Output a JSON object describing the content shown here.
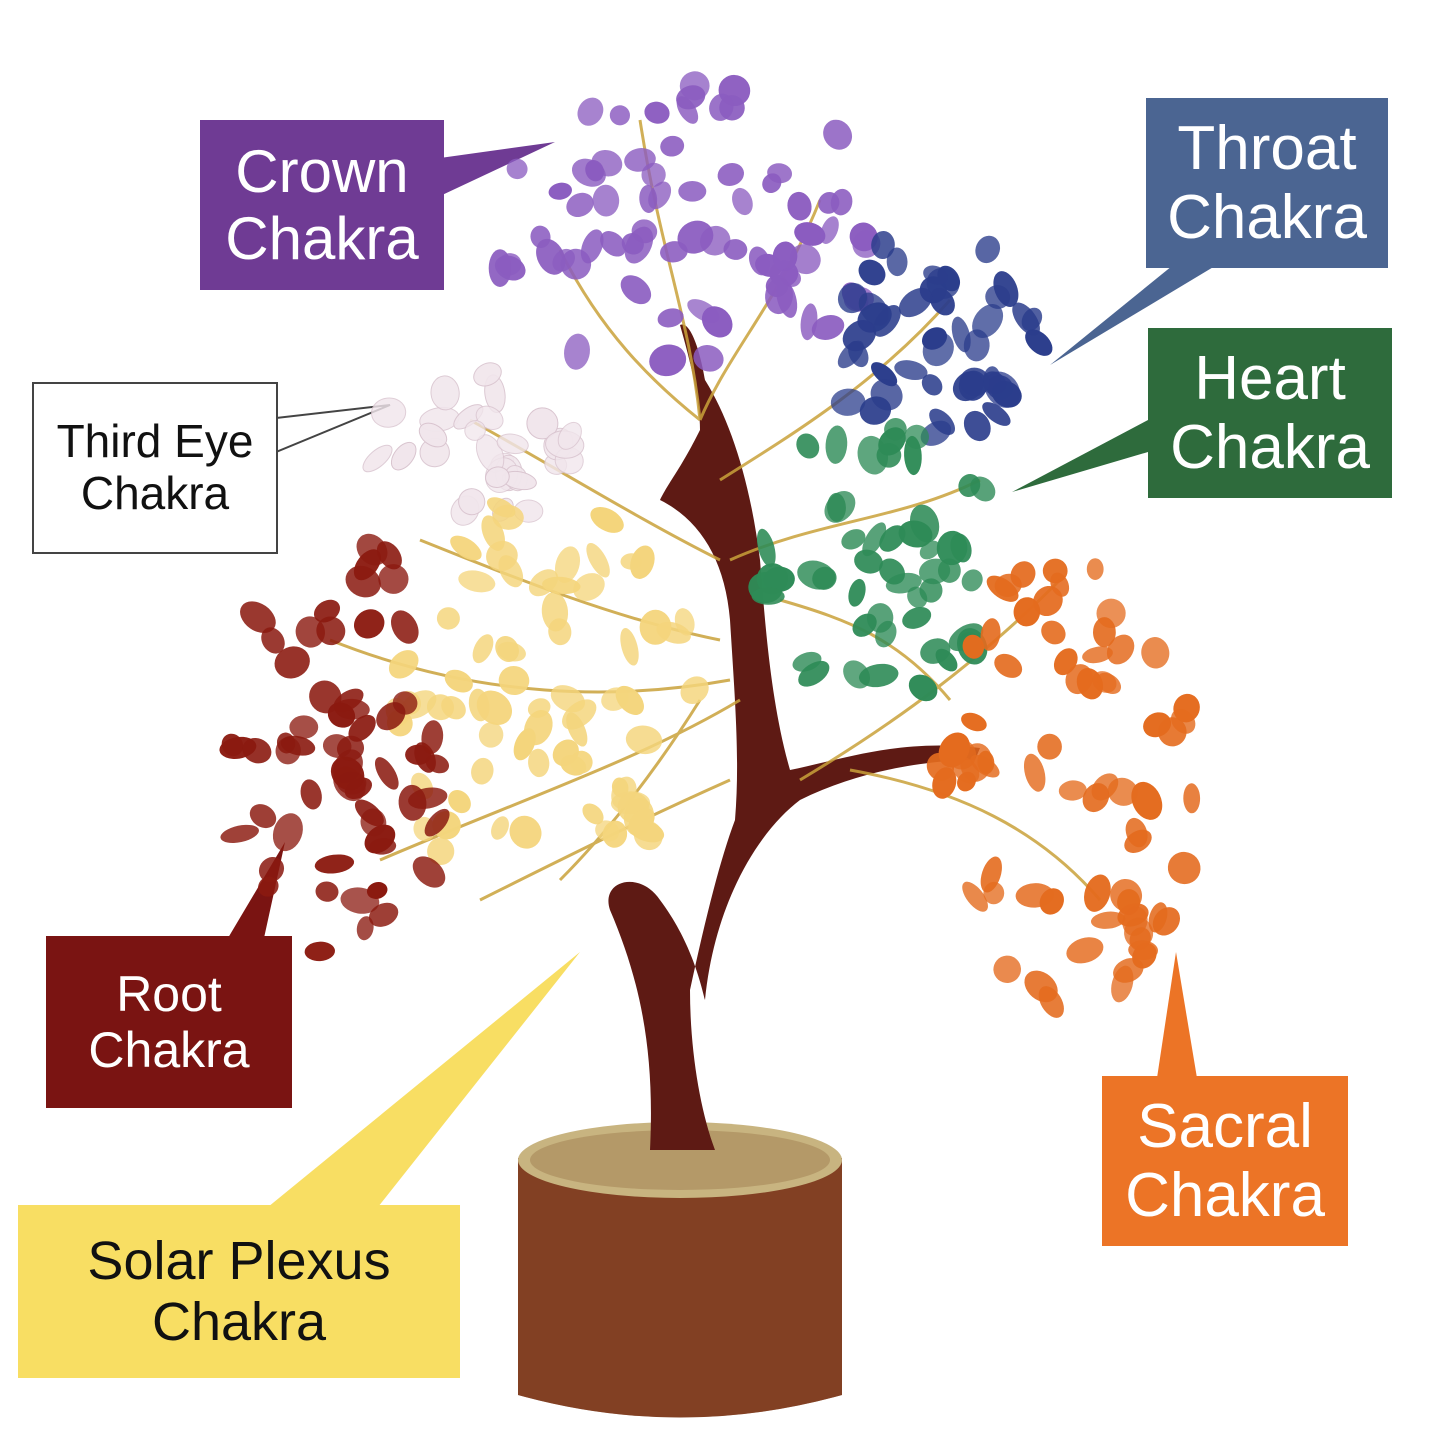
{
  "labels": {
    "crown": {
      "line1": "Crown",
      "line2": "Chakra",
      "color": "#6f3b94"
    },
    "throat": {
      "line1": "Throat",
      "line2": "Chakra",
      "color": "#4b6592"
    },
    "heart": {
      "line1": "Heart",
      "line2": "Chakra",
      "color": "#2e6b3c"
    },
    "third_eye": {
      "line1": "Third Eye",
      "line2": "Chakra",
      "color": "#ffffff"
    },
    "root": {
      "line1": "Root",
      "line2": "Chakra",
      "color": "#7a1412"
    },
    "sacral": {
      "line1": "Sacral",
      "line2": "Chakra",
      "color": "#ec7426"
    },
    "solar_plexus": {
      "line1": "Solar Plexus",
      "line2": "Chakra",
      "color": "#f8de63"
    }
  },
  "stone_colors": {
    "crown": "#8b5cc0",
    "throat": "#2b3d8c",
    "heart": "#2e8b57",
    "third_eye": "#f1e6ec",
    "solar_plexus": "#f4d57c",
    "root": "#8b1a10",
    "sacral": "#e46b1e"
  }
}
